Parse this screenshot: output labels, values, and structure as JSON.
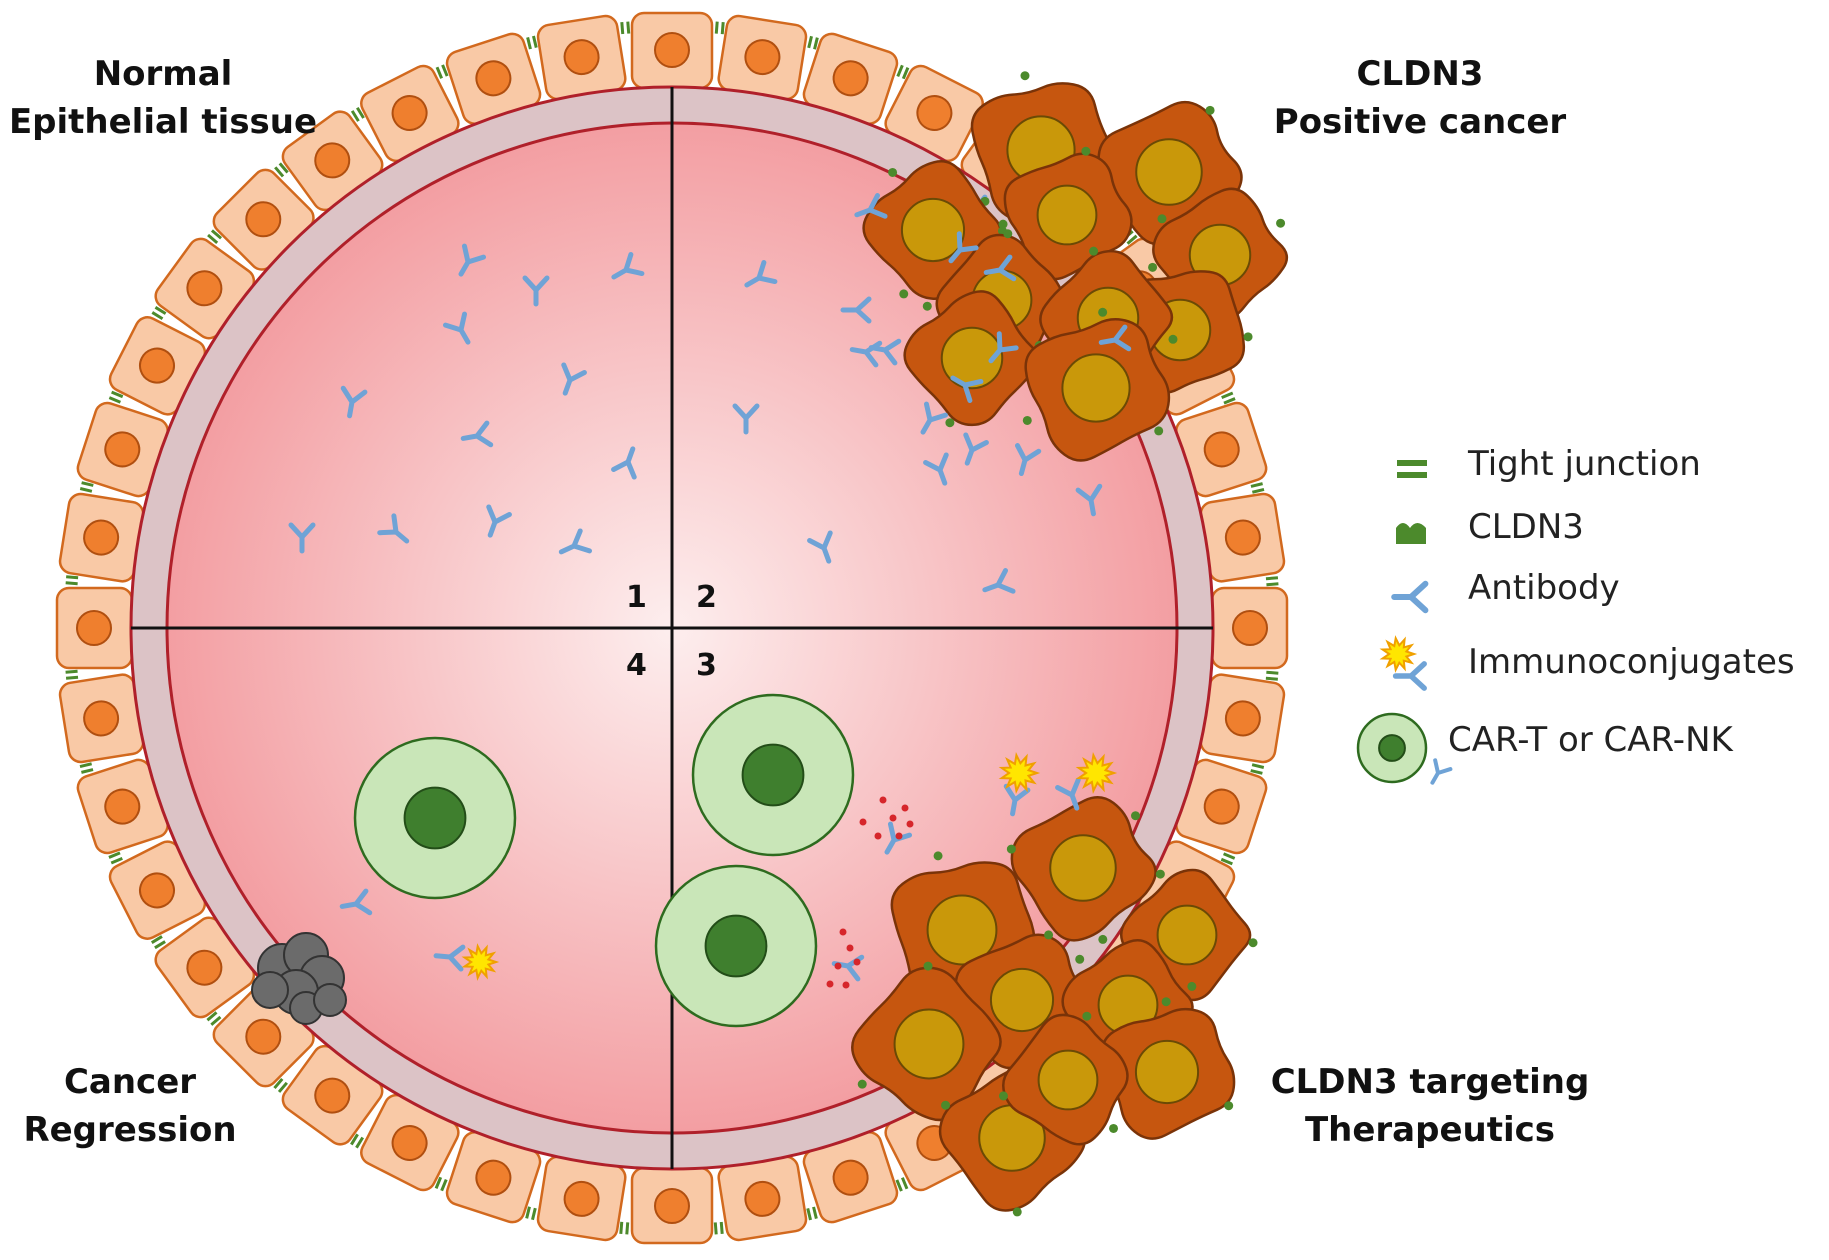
{
  "labels": {
    "top_left": [
      "Normal",
      "Epithelial tissue"
    ],
    "top_right": [
      "CLDN3",
      "Positive cancer"
    ],
    "bottom_left": [
      "Cancer",
      "Regression"
    ],
    "bottom_right": [
      "CLDN3 targeting",
      "Therapeutics"
    ]
  },
  "quadrants": [
    "1",
    "2",
    "3",
    "4"
  ],
  "legend": [
    {
      "label": "Tight junction",
      "icon": "tight-junction-icon"
    },
    {
      "label": "CLDN3",
      "icon": "cldn3-icon"
    },
    {
      "label": "Antibody",
      "icon": "antibody-icon"
    },
    {
      "label": "Immunoconjugates",
      "icon": "immunoconjugate-icon"
    },
    {
      "label": "CAR-T or CAR-NK",
      "icon": "car-cell-icon"
    }
  ],
  "colors": {
    "epithelial_cell": "#f9c9a6",
    "epithelial_border": "#d2691e",
    "epithelial_nucleus": "#ef7f2e",
    "lumen": "#f7b9bb",
    "basement_membrane": "#dcc3c6",
    "cancer_cell": "#c6560f",
    "cancer_border": "#7a3308",
    "cancer_nucleus": "#c9980a",
    "antibody": "#6fa3d6",
    "tight_junction": "#4c8a2c",
    "cldn3": "#4c8a2c",
    "car_cell": "#c9e6b8",
    "car_nucleus": "#3f7f2e",
    "payload": "#ffe600",
    "dead_cell": "#6b6b6b",
    "cytokine": "#d6262b"
  }
}
